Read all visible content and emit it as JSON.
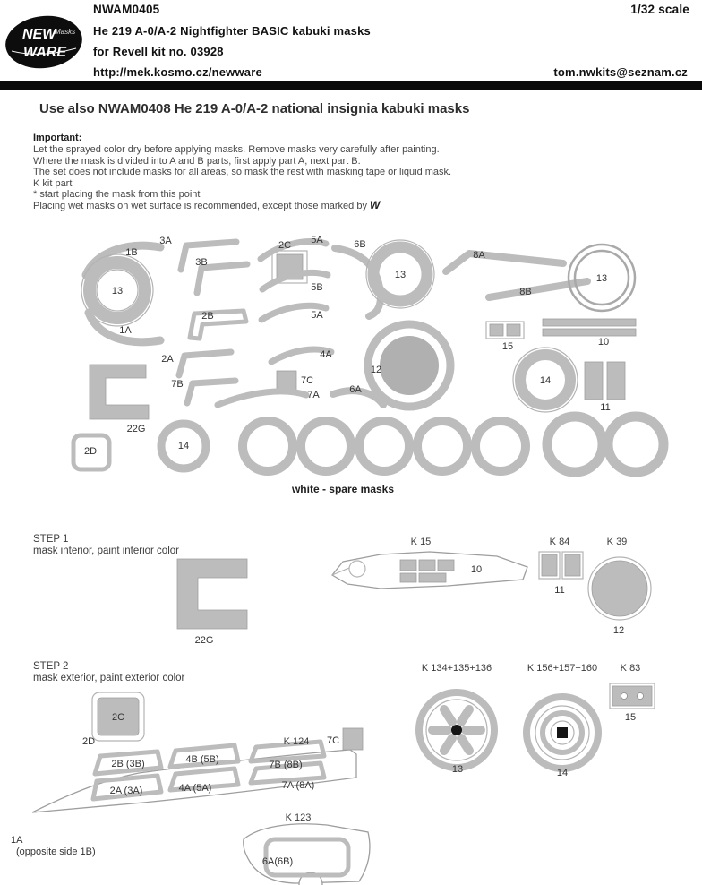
{
  "header": {
    "logo": {
      "top": "NEW",
      "mid": "Masks",
      "bottom": "WARE"
    },
    "product_code": "NWAM0405",
    "scale": "1/32 scale",
    "title": "He 219 A-0/A-2 Nightfighter BASIC kabuki masks",
    "kit": "for Revell kit no. 03928",
    "url": "http://mek.kosmo.cz/newware",
    "email": "tom.nwkits@seznam.cz"
  },
  "banner": "Use also  NWAM0408 He 219 A-0/A-2 national insignia kabuki masks",
  "notes": {
    "heading": "Important:",
    "lines": [
      "Let the sprayed color dry before applying masks. Remove masks very carefully after painting.",
      "Where the mask is divided into A and B parts, first apply part A, next part B.",
      "The set does not include masks for all areas, so mask the rest with masking tape or liquid mask.",
      "K kit part",
      "*  start placing the mask from this point",
      "Placing wet masks on wet surface is recommended, except those marked by "
    ],
    "wet_mark": "W"
  },
  "main_diagram": {
    "caption": "white - spare masks",
    "labels": [
      "1B",
      "3A",
      "3B",
      "2C",
      "5A",
      "6B",
      "13",
      "8A",
      "13",
      "13",
      "5B",
      "8B",
      "1A",
      "2B",
      "5A",
      "15",
      "10",
      "2A",
      "4A",
      "12",
      "14",
      "7B",
      "7C",
      "7A",
      "6A",
      "11",
      "22G",
      "2D",
      "14"
    ]
  },
  "step1": {
    "title": "STEP 1",
    "description": "mask interior, paint interior color",
    "labels": [
      "K 15",
      "10",
      "22G",
      "K 84",
      "11",
      "K 39",
      "12"
    ]
  },
  "step2": {
    "title": "STEP 2",
    "description": "mask exterior, paint exterior color",
    "labels": [
      "2C",
      "2D",
      "K 124",
      "7C",
      "2B (3B)",
      "4B (5B)",
      "7B (8B)",
      "2A (3A)",
      "4A (5A)",
      "7A (8A)",
      "1A",
      "(opposite side 1B)",
      "K 123",
      "6A(6B)",
      "K 134+135+136",
      "13",
      "K 156+157+160",
      "14",
      "K 83",
      "15"
    ]
  },
  "colors": {
    "mask_gray": "#bcbcbc",
    "mask_fill": "#b0b0b0",
    "part_outline": "#9e9e9e",
    "ink": "#1c1c1c",
    "divider_bar": "#0a0a0a"
  }
}
